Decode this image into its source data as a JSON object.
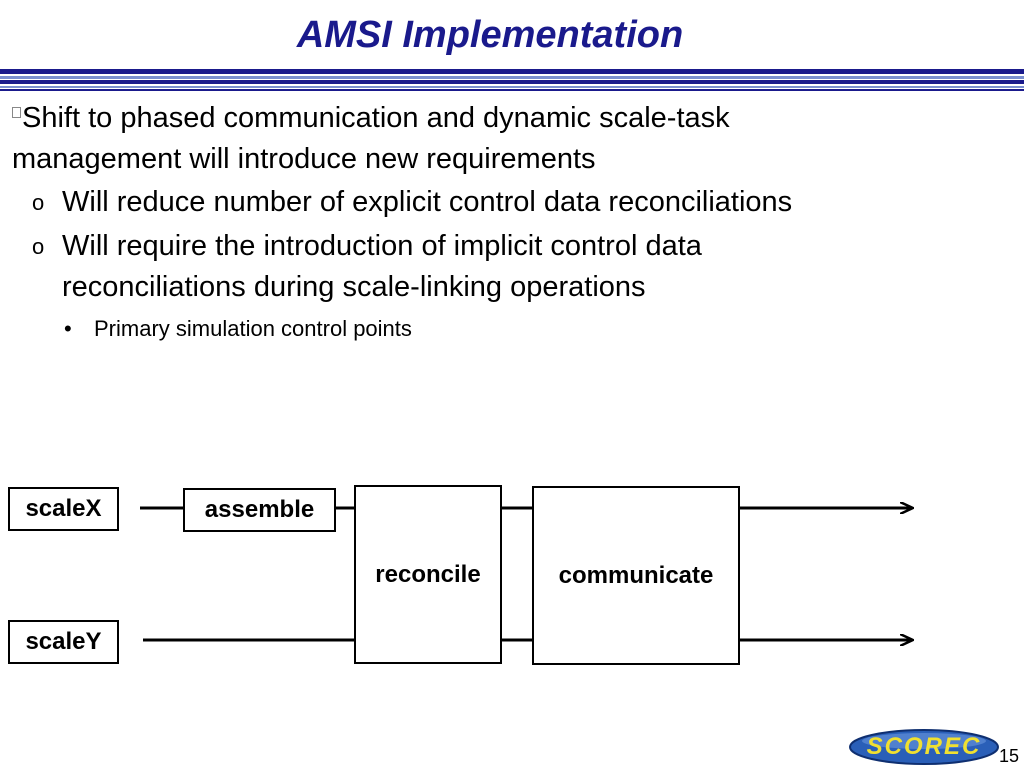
{
  "slide": {
    "title": "AMSI Implementation",
    "page_number": "15",
    "logo_text": "SCOREC"
  },
  "bullets": {
    "level1": {
      "line1": "Shift to phased communication and dynamic scale-task",
      "line2": "management will introduce new requirements"
    },
    "level2": [
      {
        "marker": "o",
        "line1": "Will reduce number of explicit control data reconciliations",
        "line2": ""
      },
      {
        "marker": "o",
        "line1": "Will require the introduction of implicit control data",
        "line2": "reconciliations during scale-linking operations"
      }
    ],
    "level3": [
      {
        "marker": "•",
        "text": "Primary simulation control points"
      }
    ]
  },
  "diagram": {
    "blocks": {
      "scaleX": "scaleX",
      "scaleY": "scaleY",
      "assemble": "assemble",
      "reconcile": "reconcile",
      "communicate": "communicate"
    }
  },
  "colors": {
    "title": "#1a1a8c",
    "rule_dark": "#1a1a8c",
    "rule_light": "#7a8fd0",
    "logo_fill": "#2a5fb8",
    "logo_text": "#f0e030"
  }
}
